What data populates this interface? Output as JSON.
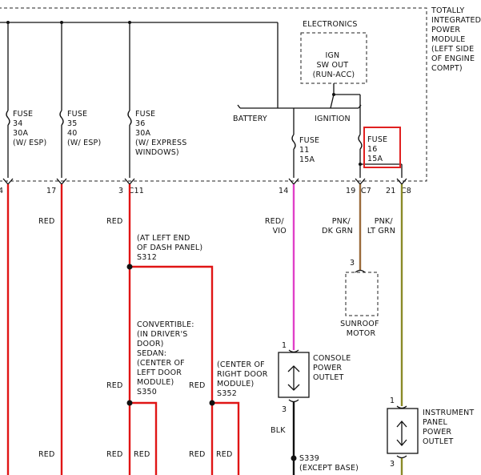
{
  "module": {
    "label_lines": [
      "TOTALLY",
      "INTEGRATED",
      "POWER",
      "MODULE",
      "(LEFT SIDE",
      "OF ENGINE",
      "COMPT)"
    ]
  },
  "electronics": {
    "label": "ELECTRONICS",
    "ign_lines": [
      "IGN",
      "SW OUT",
      "(RUN-ACC)"
    ]
  },
  "switch": {
    "battery": "BATTERY",
    "ignition": "IGNITION"
  },
  "fuses": [
    {
      "lines": [
        "FUSE",
        "34",
        "30A",
        "(W/ ESP)"
      ]
    },
    {
      "lines": [
        "FUSE",
        "35",
        "40",
        "(W/ ESP)"
      ]
    },
    {
      "lines": [
        "FUSE",
        "36",
        "30A",
        "(W/ EXPRESS",
        "WINDOWS)"
      ]
    },
    {
      "lines": [
        "FUSE",
        "11",
        "15A"
      ]
    },
    {
      "lines": [
        "FUSE",
        "16",
        "15A"
      ]
    }
  ],
  "highlight_color": "#e02020",
  "pins": {
    "p4": "4",
    "p17": "17",
    "p3c11": "3  C11",
    "p14": "14",
    "p19c7": "19  C7",
    "p21c8": "21  C8"
  },
  "wires": {
    "red": "RED",
    "red_vio": [
      "RED/",
      "VIO"
    ],
    "pnk_dkgrn": [
      "PNK/",
      "DK GRN"
    ],
    "pnk_ltgrn": [
      "PNK/",
      "LT GRN"
    ],
    "blk": "BLK"
  },
  "splices": {
    "s312": [
      "(AT LEFT END",
      "OF DASH PANEL)",
      "S312"
    ],
    "s350": [
      "CONVERTIBLE:",
      "(IN DRIVER'S",
      "DOOR)",
      "SEDAN:",
      "(CENTER OF",
      "LEFT DOOR",
      "MODULE)",
      "S350"
    ],
    "s352": [
      "(CENTER OF",
      "RIGHT DOOR",
      "MODULE)",
      "S352"
    ],
    "s339": [
      "S339",
      "(EXCEPT BASE)"
    ]
  },
  "components": {
    "sunroof": {
      "pin": "3",
      "lines": [
        "SUNROOF",
        "MOTOR"
      ]
    },
    "console": {
      "pin_top": "1",
      "pin_bottom": "3",
      "lines": [
        "CONSOLE",
        "POWER",
        "OUTLET"
      ]
    },
    "instrument": {
      "pin_top": "1",
      "pin_bottom": "3",
      "lines": [
        "INSTRUMENT",
        "PANEL",
        "POWER",
        "OUTLET"
      ]
    }
  }
}
